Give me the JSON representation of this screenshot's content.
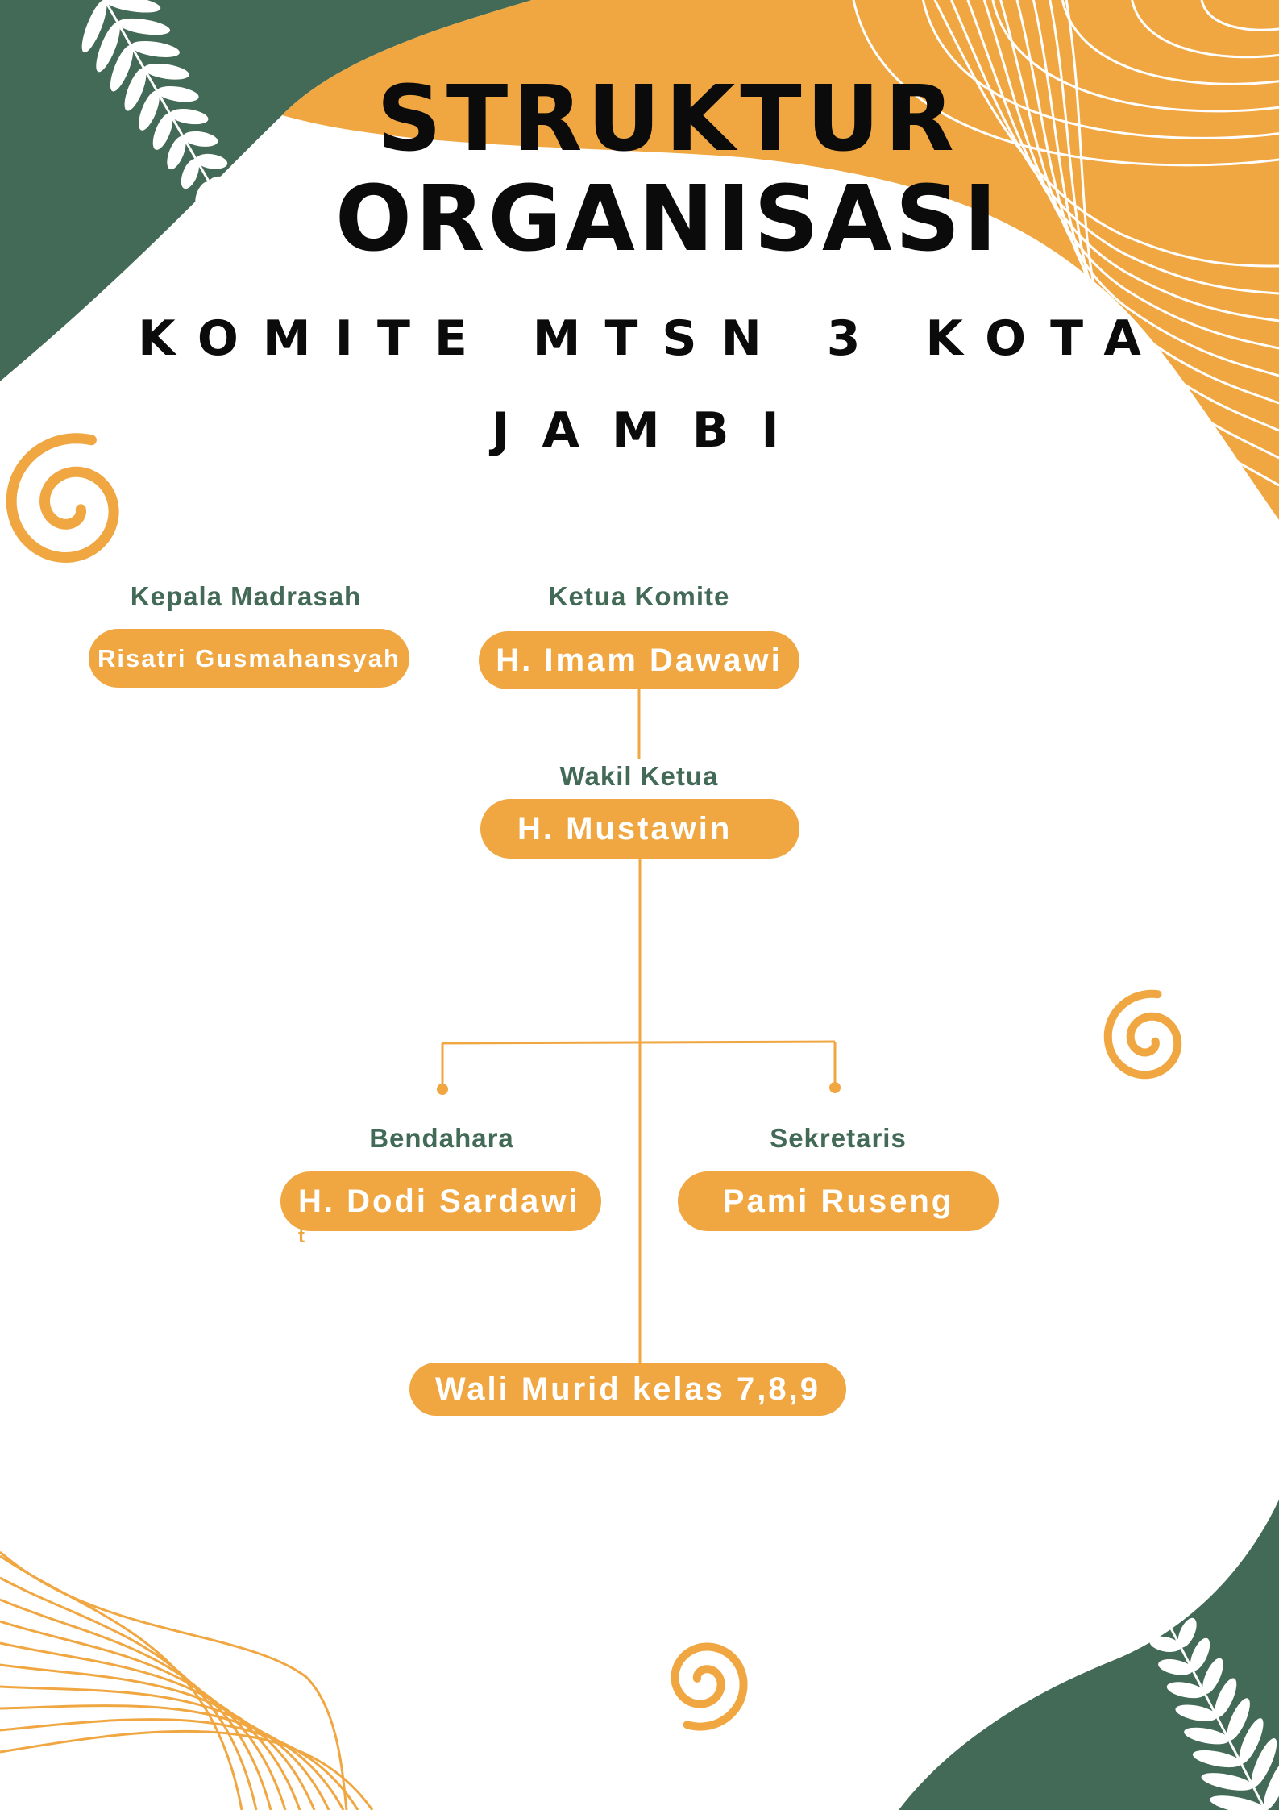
{
  "title": {
    "line1": "STRUKTUR",
    "line2": "ORGANISASI",
    "subtitle_line1": "KOMITE MTSN 3 KOTA",
    "subtitle_line2": "JAMBI"
  },
  "org_chart": {
    "kepala_madrasah": {
      "role": "Kepala Madrasah",
      "name": "Risatri Gusmahansyah"
    },
    "ketua_komite": {
      "role": "Ketua Komite",
      "name": "H. Imam Dawawi"
    },
    "wakil_ketua": {
      "role": "Wakil Ketua",
      "name": "H. Mustawin"
    },
    "bendahara": {
      "role": "Bendahara",
      "name": "H. Dodi Sardawi",
      "overflow_fragment": "t"
    },
    "sekretaris": {
      "role": "Sekretaris",
      "name": "Pami Ruseng"
    },
    "anggota": {
      "name": "Wali Murid kelas 7,8,9"
    }
  },
  "colors": {
    "orange": "#f0a742",
    "green": "#436a56",
    "text": "#0b0b0b",
    "label": "#436a56"
  }
}
